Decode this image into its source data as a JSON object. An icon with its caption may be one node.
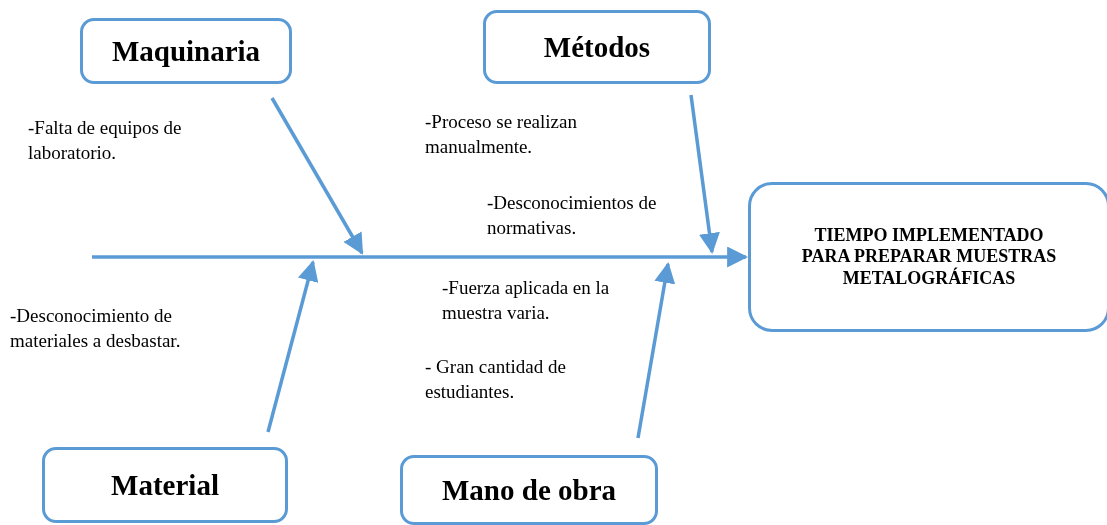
{
  "diagram": {
    "nodes": [
      {
        "text": [
          "Maquinaria"
        ]
      },
      {
        "text": [
          "Métodos"
        ]
      },
      {
        "text": [
          "TIEMPO IMPLEMENTADO PARA PREPARAR MUESTRAS METALOGRÁFICAS"
        ]
      },
      {
        "text": [
          "Material"
        ]
      },
      {
        "text": [
          "Mano de obra"
        ]
      }
    ],
    "edges": [
      {
        "from": null,
        "to": 2,
        "arrow": "to"
      },
      {
        "from": 0,
        "to": null,
        "arrow": "to"
      },
      {
        "from": 1,
        "to": null,
        "arrow": "to"
      },
      {
        "from": 3,
        "to": null,
        "arrow": "to"
      },
      {
        "from": 4,
        "to": null,
        "arrow": "to"
      }
    ],
    "labels": [
      "-Falta de equipos de laboratorio.",
      "-Proceso se realizan manualmente.",
      "-Desconocimientos de normativas.",
      "-Fuerza aplicada en la muestra varia.",
      "-Desconocimiento de materiales a desbastar.",
      "- Gran cantidad de estudiantes."
    ]
  }
}
